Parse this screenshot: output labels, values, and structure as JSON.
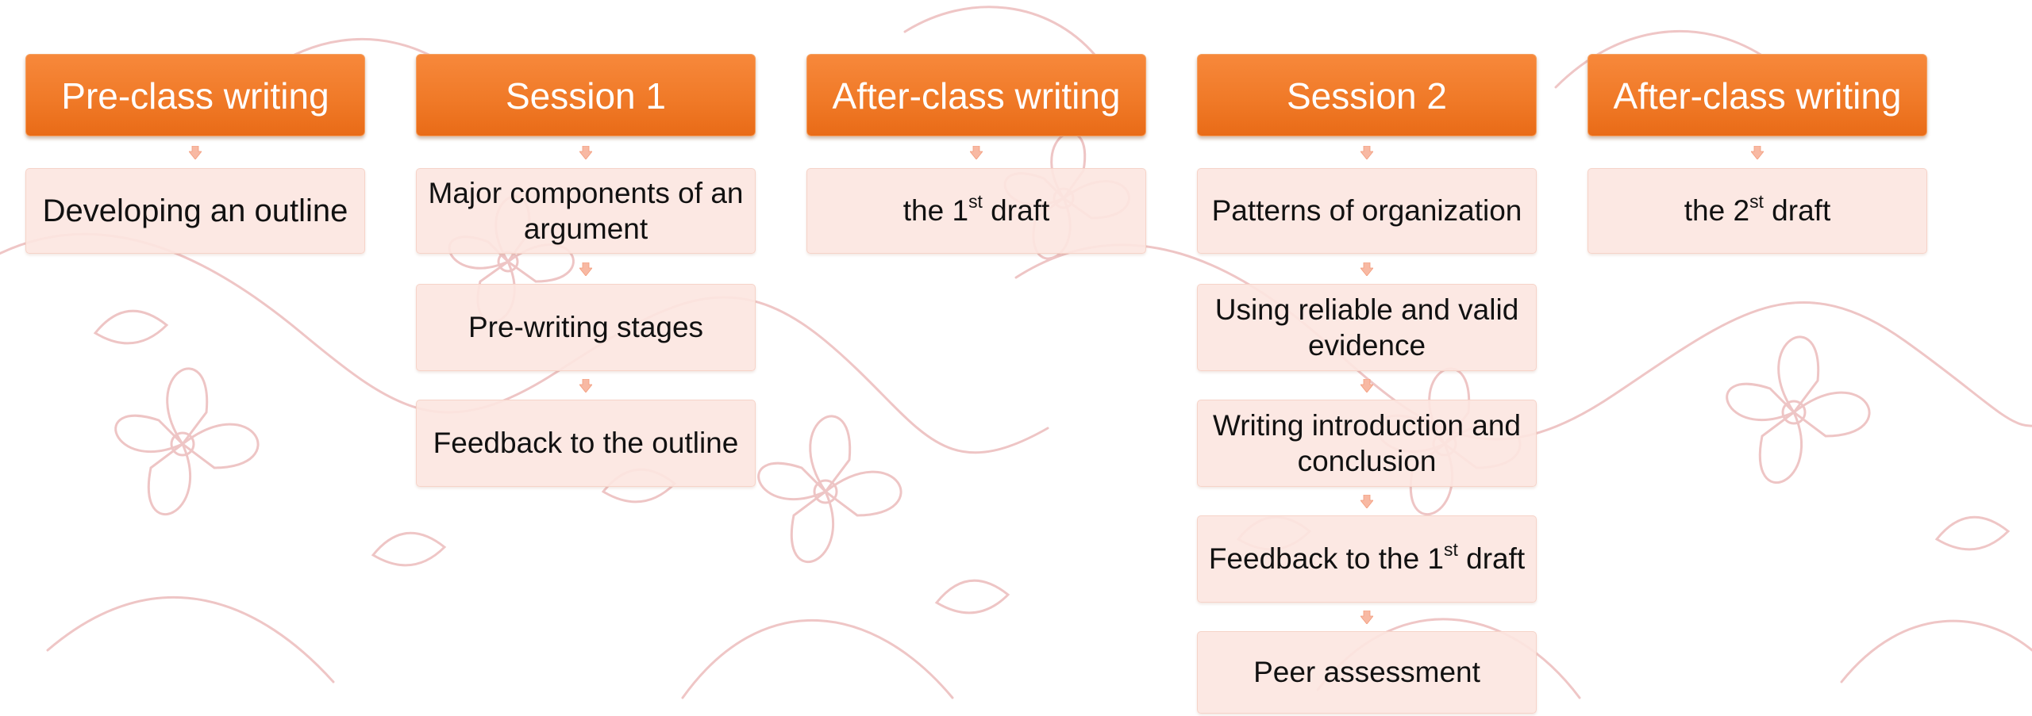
{
  "colors": {
    "header_fill": "#f07a28",
    "header_text": "#ffffff",
    "box_fill": "#fce6e0",
    "arrow_fill": "#f8b9a3",
    "ornament_stroke": "#ecbcbc",
    "text": "#111111"
  },
  "columns": [
    {
      "header": "Pre-class writing",
      "items": [
        {
          "text": "Developing an outline",
          "sup": "",
          "after": ""
        }
      ]
    },
    {
      "header": "Session 1",
      "items": [
        {
          "text": "Major components of an argument",
          "sup": "",
          "after": ""
        },
        {
          "text": "Pre-writing stages",
          "sup": "",
          "after": ""
        },
        {
          "text": "Feedback to the outline",
          "sup": "",
          "after": ""
        }
      ]
    },
    {
      "header": "After-class writing",
      "items": [
        {
          "text": "the 1",
          "sup": "st",
          "after": " draft"
        }
      ]
    },
    {
      "header": "Session 2",
      "items": [
        {
          "text": "Patterns of organization",
          "sup": "",
          "after": ""
        },
        {
          "text": "Using reliable and valid evidence",
          "sup": "",
          "after": ""
        },
        {
          "text": "Writing introduction and conclusion",
          "sup": "",
          "after": ""
        },
        {
          "text": "Feedback to the 1",
          "sup": "st",
          "after": " draft"
        },
        {
          "text": "Peer assessment",
          "sup": "",
          "after": ""
        }
      ]
    },
    {
      "header": "After-class writing",
      "items": [
        {
          "text": "the 2",
          "sup": "st",
          "after": " draft"
        }
      ]
    }
  ]
}
